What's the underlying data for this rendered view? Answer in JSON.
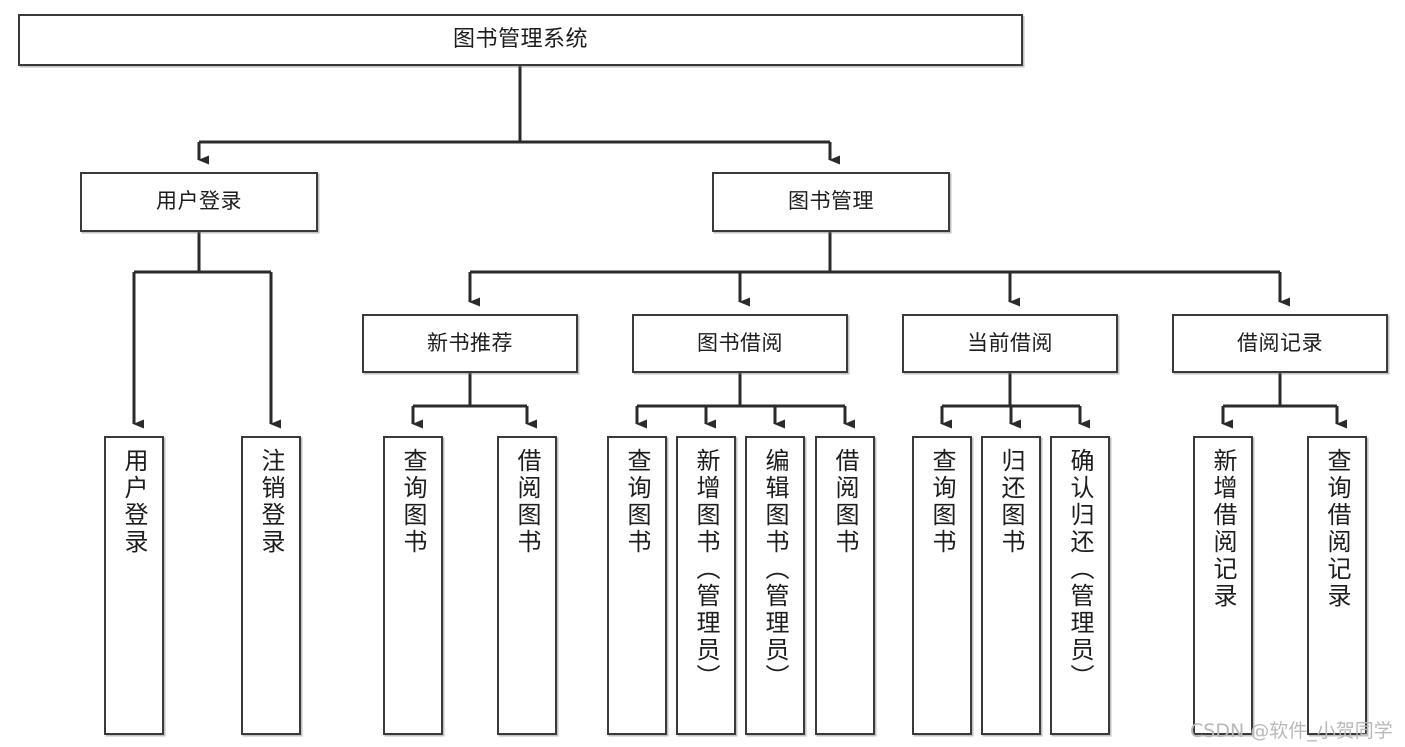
{
  "diagram": {
    "title": "图书管理系统",
    "type": "tree",
    "orientation": "top-down",
    "colors": {
      "node_border": "#3a3a3a",
      "node_fill": "#ffffff",
      "edge": "#2b2b2b",
      "text": "#1d1d1d",
      "watermark": "#b9b9b9",
      "background": "#ffffff"
    },
    "watermark": "CSDN @软件_小贺同学"
  },
  "nodes": {
    "root": {
      "label": "图书管理系统"
    },
    "level1": [
      {
        "id": "user-login",
        "label": "用户登录"
      },
      {
        "id": "book-manage",
        "label": "图书管理"
      }
    ],
    "level2": [
      {
        "id": "new-book-recommend",
        "label": "新书推荐"
      },
      {
        "id": "book-borrow",
        "label": "图书借阅"
      },
      {
        "id": "current-borrow",
        "label": "当前借阅"
      },
      {
        "id": "borrow-record",
        "label": "借阅记录"
      }
    ],
    "leaves": {
      "user-login": [
        {
          "id": "leaf-user-login",
          "label": "用户登录"
        },
        {
          "id": "leaf-logout-login",
          "label": "注销登录"
        }
      ],
      "new-book-recommend": [
        {
          "id": "leaf-query-book-1",
          "label": "查询图书"
        },
        {
          "id": "leaf-borrow-book-1",
          "label": "借阅图书"
        }
      ],
      "book-borrow": [
        {
          "id": "leaf-query-book-2",
          "label": "查询图书"
        },
        {
          "id": "leaf-add-book",
          "label": "新增图书（管理员）"
        },
        {
          "id": "leaf-edit-book",
          "label": "编辑图书（管理员）"
        },
        {
          "id": "leaf-borrow-book-2",
          "label": "借阅图书"
        }
      ],
      "current-borrow": [
        {
          "id": "leaf-query-book-3",
          "label": "查询图书"
        },
        {
          "id": "leaf-return-book",
          "label": "归还图书"
        },
        {
          "id": "leaf-confirm-return",
          "label": "确认归还（管理员）"
        }
      ],
      "borrow-record": [
        {
          "id": "leaf-add-record",
          "label": "新增借阅记录"
        },
        {
          "id": "leaf-query-record",
          "label": "查询借阅记录"
        }
      ]
    }
  }
}
